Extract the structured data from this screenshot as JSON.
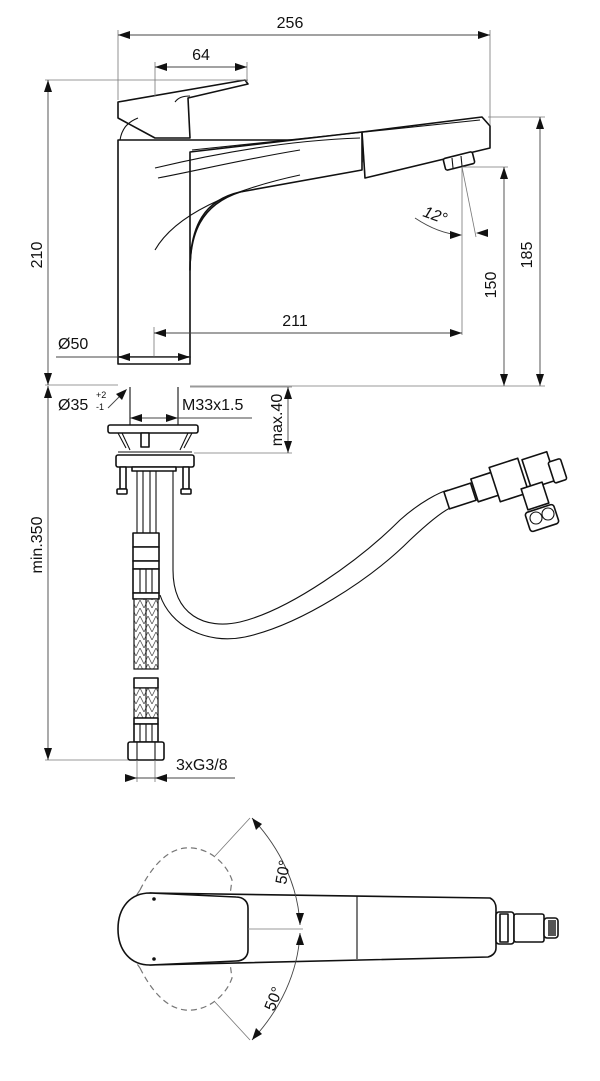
{
  "drawing": {
    "title": "Kitchen mixer technical drawing",
    "units": "mm",
    "side_view": {
      "overall_length": "256",
      "lever_length": "64",
      "overall_height": "210",
      "spout_reach": "211",
      "outlet_height": "150",
      "spout_top_height": "185",
      "spout_angle": "12°",
      "body_diameter": "Ø50"
    },
    "installation": {
      "hole_diameter": "Ø35",
      "hole_tolerance_plus": "+2",
      "hole_tolerance_minus": "-1",
      "thread": "M33x1.5",
      "max_deck_thickness": "max.40",
      "min_hose_length": "min.350",
      "connections": "3xG3/8"
    },
    "top_view": {
      "lever_rotation_left": "50°",
      "lever_rotation_right": "50°"
    }
  }
}
